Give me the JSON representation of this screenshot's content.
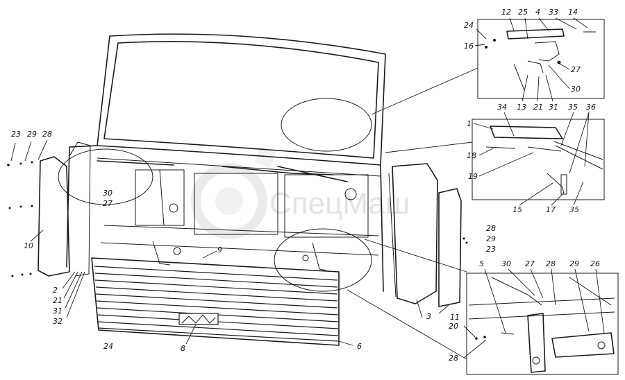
{
  "watermark": {
    "text": "СпецМаш"
  },
  "callouts": {
    "c23a": "23",
    "c29a": "29",
    "c28a": "28",
    "c10": "10",
    "c2": "2",
    "c21a": "21",
    "c31a": "31",
    "c32": "32",
    "c24a": "24",
    "c8": "8",
    "c6": "6",
    "c9": "9",
    "c30a": "30",
    "c27a": "27",
    "c3": "3",
    "c11": "11",
    "c28b": "28",
    "c29b": "29",
    "c23b": "23",
    "c24b": "24",
    "c16": "16",
    "c12": "12",
    "c25": "25",
    "c4": "4",
    "c33": "33",
    "c14": "14",
    "c27b": "27",
    "c30b": "30",
    "c13": "13",
    "c21b": "21",
    "c31b": "31",
    "c1": "1",
    "c34": "34",
    "c35a": "35",
    "c36": "36",
    "c18": "18",
    "c19": "19",
    "c15": "15",
    "c17": "17",
    "c35b": "35",
    "c5": "5",
    "c30c": "30",
    "c27c": "27",
    "c28c": "28",
    "c29c": "29",
    "c26": "26",
    "c20": "20",
    "c28d": "28"
  }
}
